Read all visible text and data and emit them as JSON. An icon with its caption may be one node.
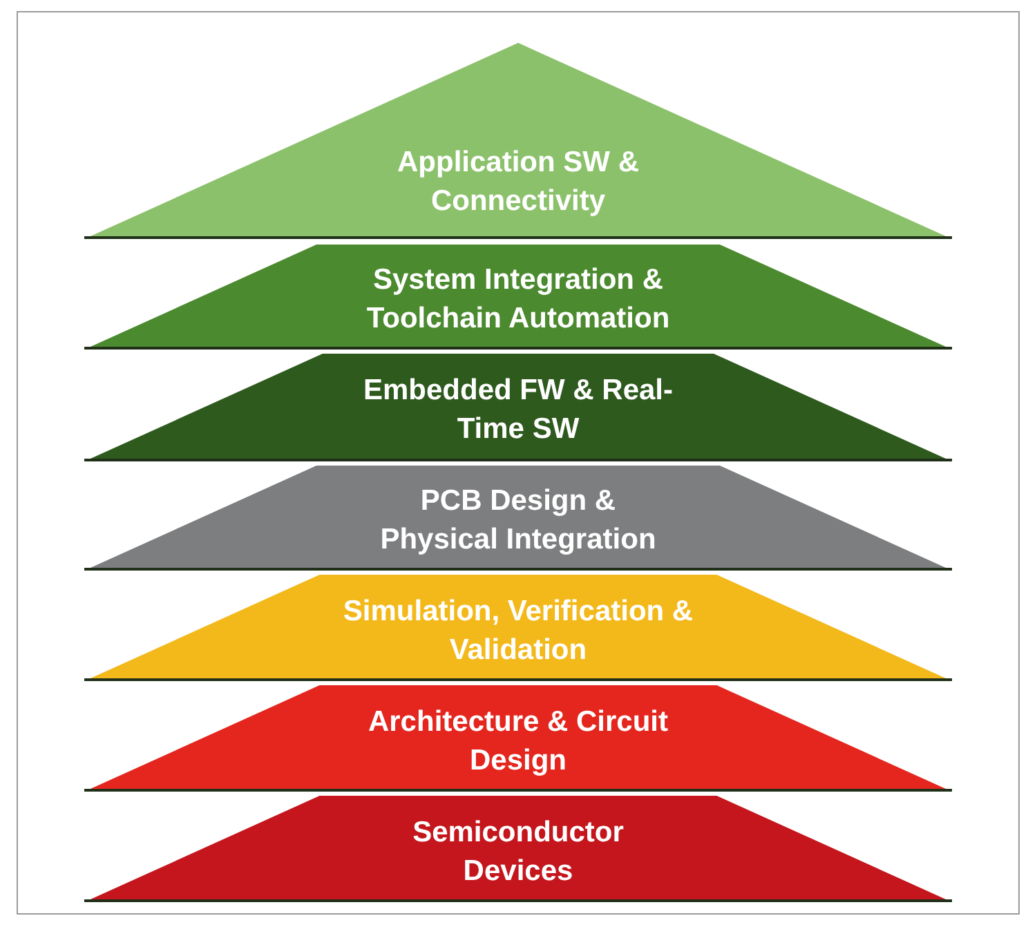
{
  "diagram": {
    "nodes": [
      {
        "text": [
          "Application SW & Connectivity"
        ]
      },
      {
        "text": [
          "System Integration & Toolchain Automation"
        ]
      },
      {
        "text": [
          "Embedded FW & Real-Time SW"
        ]
      },
      {
        "text": [
          "PCB Design & Physical Integration"
        ]
      },
      {
        "text": [
          "Simulation, Verification & Validation"
        ]
      },
      {
        "text": [
          "Architecture & Circuit Design"
        ]
      },
      {
        "text": [
          "Semiconductor Devices"
        ]
      }
    ]
  }
}
